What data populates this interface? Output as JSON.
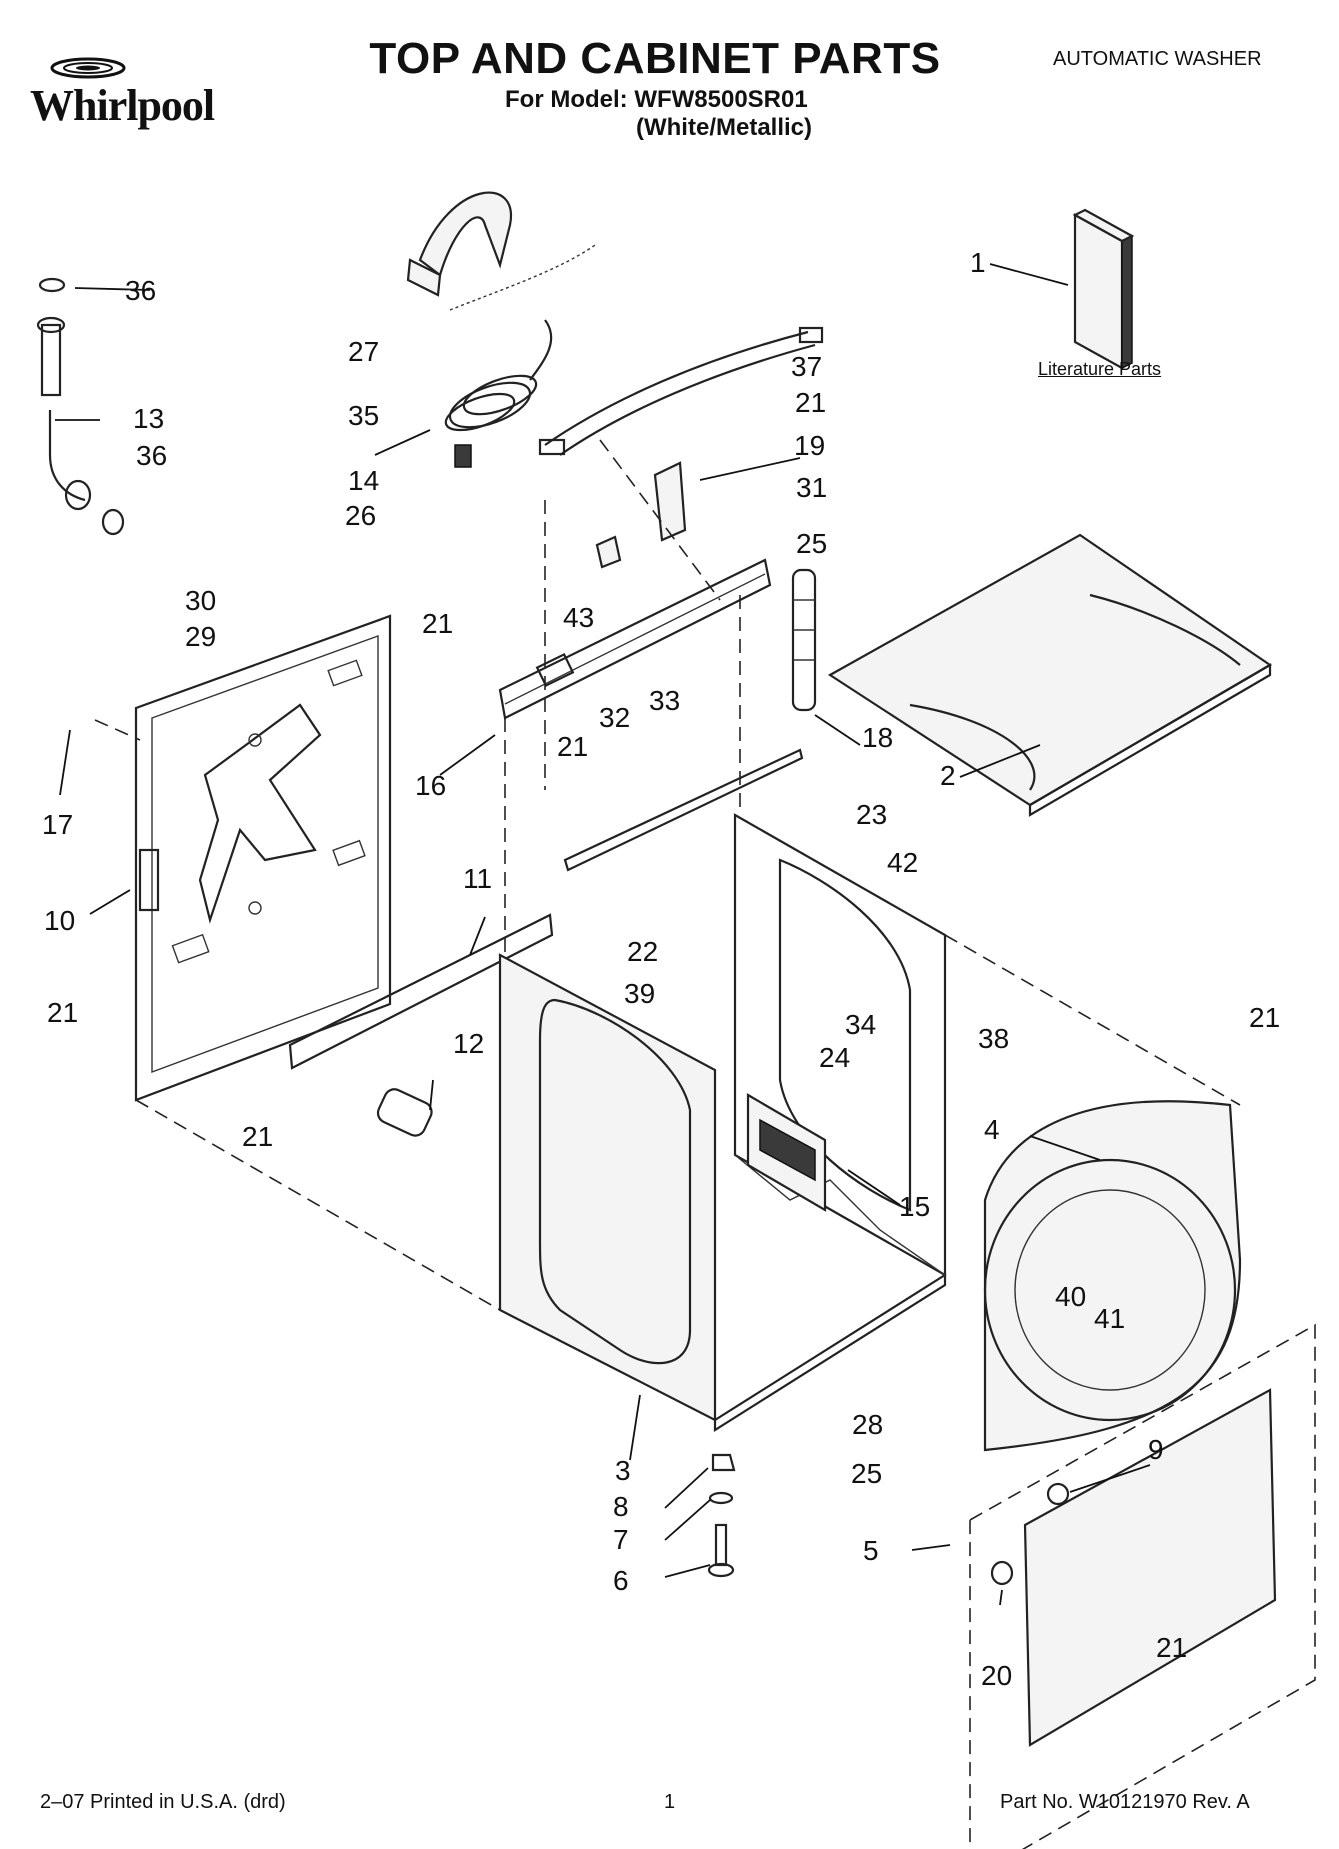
{
  "header": {
    "brand": "Whirlpool",
    "title": "TOP AND CABINET PARTS",
    "model_line": "For Model: WFW8500SR01",
    "variant_line": "(White/Metallic)",
    "document_type": "AUTOMATIC WASHER"
  },
  "literature": {
    "label": "Literature Parts"
  },
  "callouts": [
    {
      "id": "c1",
      "text": "1"
    },
    {
      "id": "c2",
      "text": "2"
    },
    {
      "id": "c3",
      "text": "3"
    },
    {
      "id": "c4",
      "text": "4"
    },
    {
      "id": "c5",
      "text": "5"
    },
    {
      "id": "c6",
      "text": "6"
    },
    {
      "id": "c7",
      "text": "7"
    },
    {
      "id": "c8",
      "text": "8"
    },
    {
      "id": "c9",
      "text": "9"
    },
    {
      "id": "c10",
      "text": "10"
    },
    {
      "id": "c11",
      "text": "11"
    },
    {
      "id": "c12",
      "text": "12"
    },
    {
      "id": "c13",
      "text": "13"
    },
    {
      "id": "c14",
      "text": "14"
    },
    {
      "id": "c15",
      "text": "15"
    },
    {
      "id": "c16",
      "text": "16"
    },
    {
      "id": "c17",
      "text": "17"
    },
    {
      "id": "c18",
      "text": "18"
    },
    {
      "id": "c19",
      "text": "19"
    },
    {
      "id": "c20",
      "text": "20"
    },
    {
      "id": "c21a",
      "text": "21"
    },
    {
      "id": "c21b",
      "text": "21"
    },
    {
      "id": "c21c",
      "text": "21"
    },
    {
      "id": "c21d",
      "text": "21"
    },
    {
      "id": "c21e",
      "text": "21"
    },
    {
      "id": "c21f",
      "text": "21"
    },
    {
      "id": "c21g",
      "text": "21"
    },
    {
      "id": "c22",
      "text": "22"
    },
    {
      "id": "c23",
      "text": "23"
    },
    {
      "id": "c24",
      "text": "24"
    },
    {
      "id": "c25a",
      "text": "25"
    },
    {
      "id": "c25b",
      "text": "25"
    },
    {
      "id": "c26",
      "text": "26"
    },
    {
      "id": "c27",
      "text": "27"
    },
    {
      "id": "c28",
      "text": "28"
    },
    {
      "id": "c29",
      "text": "29"
    },
    {
      "id": "c30",
      "text": "30"
    },
    {
      "id": "c31",
      "text": "31"
    },
    {
      "id": "c32",
      "text": "32"
    },
    {
      "id": "c33",
      "text": "33"
    },
    {
      "id": "c34",
      "text": "34"
    },
    {
      "id": "c35",
      "text": "35"
    },
    {
      "id": "c36a",
      "text": "36"
    },
    {
      "id": "c36b",
      "text": "36"
    },
    {
      "id": "c37",
      "text": "37"
    },
    {
      "id": "c38",
      "text": "38"
    },
    {
      "id": "c39",
      "text": "39"
    },
    {
      "id": "c40",
      "text": "40"
    },
    {
      "id": "c41",
      "text": "41"
    },
    {
      "id": "c42",
      "text": "42"
    },
    {
      "id": "c43",
      "text": "43"
    }
  ],
  "footer": {
    "printed": "2–07 Printed in U.S.A. (drd)",
    "page": "1",
    "part_no": "Part No. W10121970 Rev. A"
  }
}
